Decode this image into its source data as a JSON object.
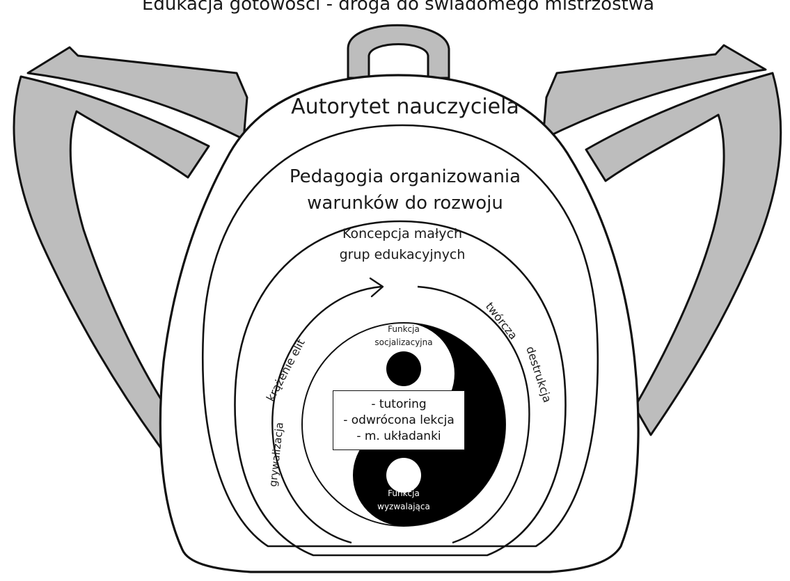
{
  "title": "Edukacja gotowości - droga do świadomego mistrzostwa",
  "layers": {
    "outer": "Autorytet nauczyciela",
    "middle_line1": "Pedagogia organizowania",
    "middle_line2": "warunków do rozwoju",
    "inner_line1": "Koncepcja małych",
    "inner_line2": "grup edukacyjnych"
  },
  "cycle": {
    "left_upper": "krążenie elit",
    "left_lower": "grywalizacja",
    "right_upper": "twórcza",
    "right_lower": "destrukcja"
  },
  "yinyang": {
    "top_line1": "Funkcja",
    "top_line2": "socjalizacyjna",
    "bottom_line1": "Funkcja",
    "bottom_line2": "wyzwalająca"
  },
  "methods": [
    "- tutoring",
    "- odwrócona lekcja",
    "- m. układanki"
  ]
}
